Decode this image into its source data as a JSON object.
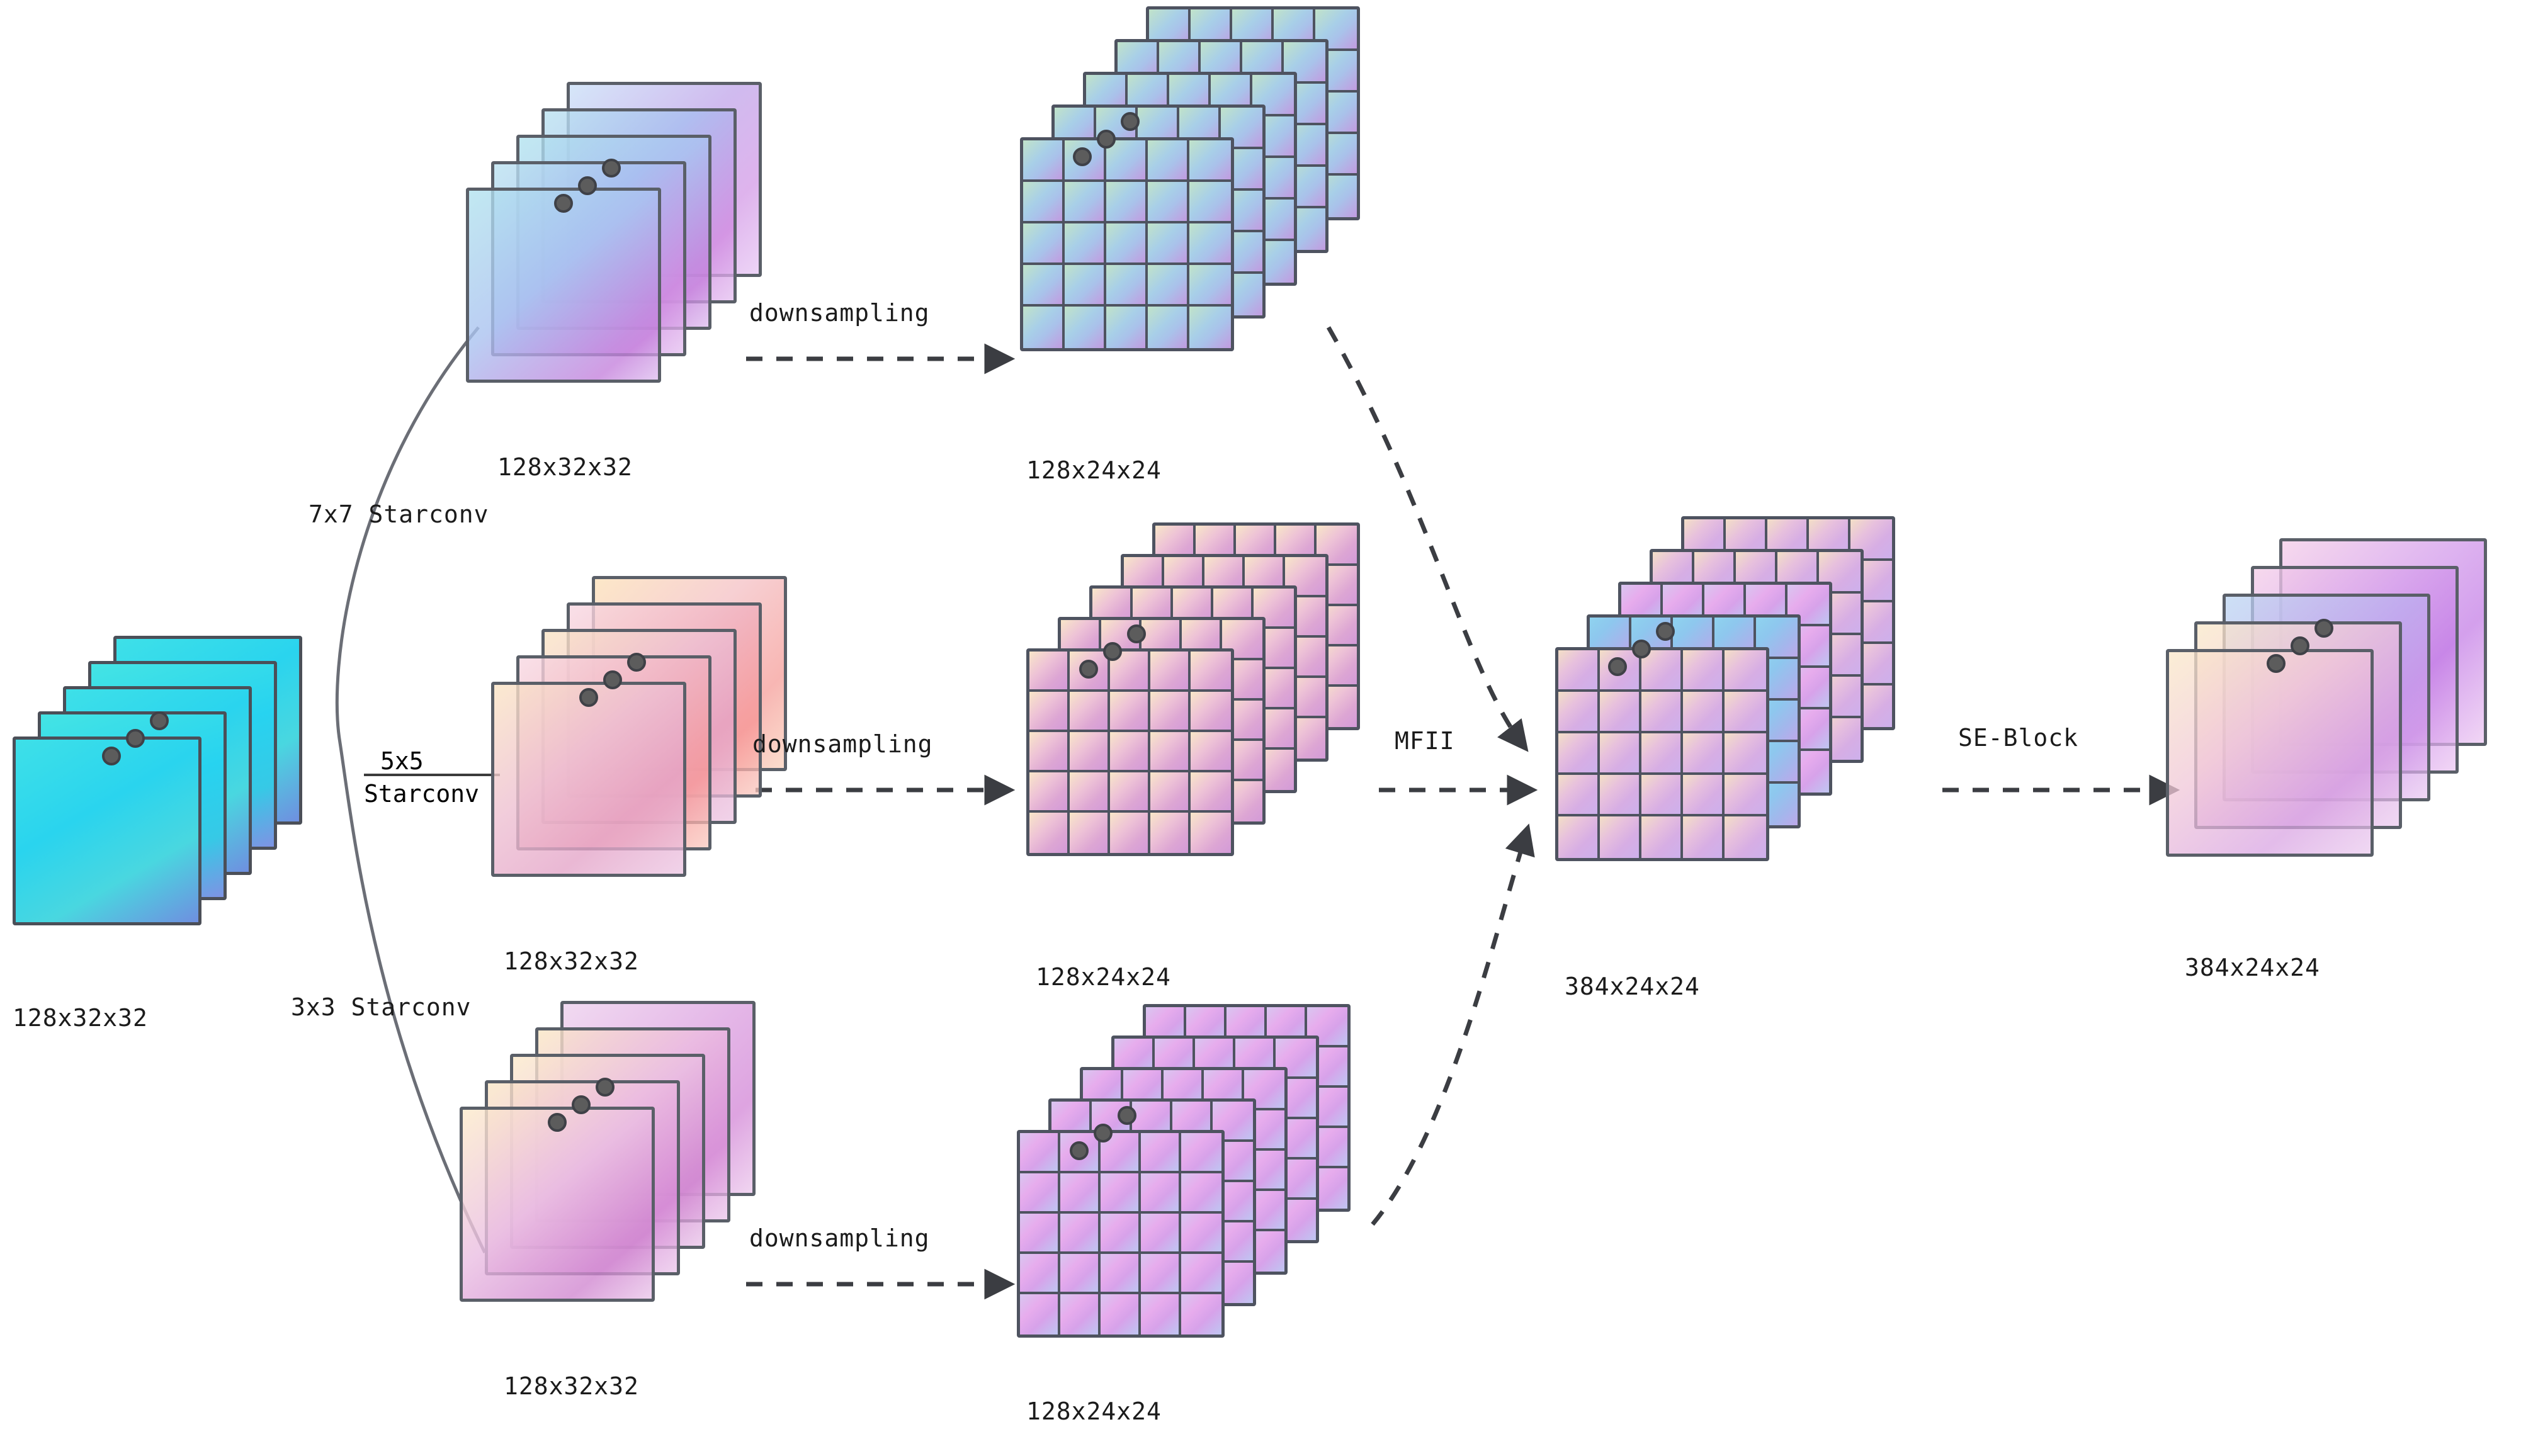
{
  "diagram": {
    "title_present": false,
    "background": "#ffffff",
    "stroke": "#4b4f58",
    "text_color": "#1b1b1b"
  },
  "input": {
    "label": "128x32x32",
    "card_count": 5,
    "ellipsis": "three-dots",
    "palette": [
      "#3ee0e8",
      "#2ad4ee",
      "#6f8fe0"
    ]
  },
  "branches": [
    {
      "id": "top",
      "op_label": "7x7 Starconv",
      "conv_output_label": "128x32x32",
      "downsample_label": "downsampling",
      "downsample_output_label": "128x24x24",
      "card_count": 5,
      "grid_count": 5,
      "grid_rows": 5,
      "grid_cols": 5,
      "palette": [
        "#c1e3c9",
        "#a8cfe8",
        "#c29be0"
      ]
    },
    {
      "id": "middle",
      "op_label_numerator": "5x5",
      "op_label_denominator": "Starconv",
      "op_label": "5x5 Starconv",
      "conv_output_label": "128x32x32",
      "downsample_label": "downsampling",
      "downsample_output_label": "128x24x24",
      "card_count": 5,
      "grid_count": 5,
      "grid_rows": 5,
      "grid_cols": 5,
      "palette": [
        "#f8e6c8",
        "#eec3d6",
        "#d39ad8"
      ]
    },
    {
      "id": "bottom",
      "op_label": "3x3 Starconv",
      "conv_output_label": "128x32x32",
      "downsample_label": "downsampling",
      "downsample_output_label": "128x24x24",
      "card_count": 5,
      "grid_count": 5,
      "grid_rows": 5,
      "grid_cols": 5,
      "palette": [
        "#d8c6f0",
        "#e7aced",
        "#bfc6f2"
      ]
    }
  ],
  "fusion": {
    "op_label": "MFII",
    "output_label": "384x24x24",
    "card_count": 5,
    "grid_rows": 5,
    "grid_cols": 5,
    "incoming_arrows": 3
  },
  "attention": {
    "op_label": "SE-Block",
    "output_label": "384x24x24",
    "card_count": 5
  }
}
